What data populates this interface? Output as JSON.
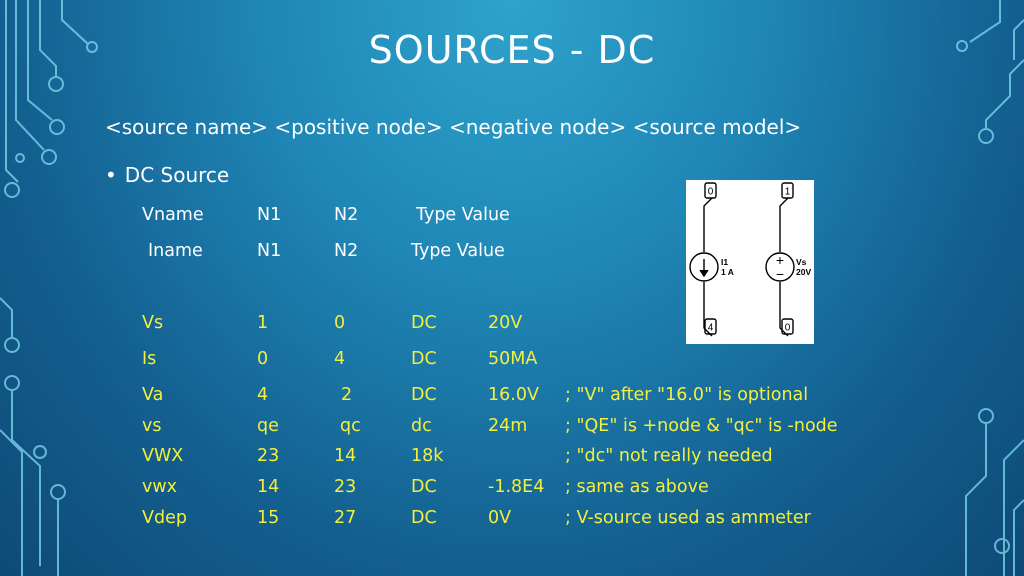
{
  "slide": {
    "title": "SOURCES - DC",
    "syntax_line": "<source name> <positive node> <negative node> <source model>",
    "bullet_label": "DC Source"
  },
  "templates": [
    [
      "Vname",
      "N1",
      "N2",
      "Type Value"
    ],
    [
      "Iname",
      "N1",
      "N2",
      "Type Value"
    ]
  ],
  "examples": [
    {
      "name": "Vs",
      "n1": "1",
      "n2": "0",
      "type": "DC",
      "value": "20V",
      "comment": ""
    },
    {
      "name": "Is",
      "n1": "0",
      "n2": "4",
      "type": "DC",
      "value": "50MA",
      "comment": ""
    },
    {
      "name": "Va",
      "n1": "4",
      "n2": "2",
      "type": "DC",
      "value": "16.0V",
      "comment": "; \"V\" after \"16.0\" is optional"
    },
    {
      "name": "vs",
      "n1": "qe",
      "n2": "qc",
      "type": "dc",
      "value": "24m",
      "comment": "; \"QE\" is +node & \"qc\" is -node"
    },
    {
      "name": "VWX",
      "n1": "23",
      "n2": "14",
      "type": "18k",
      "value": "",
      "comment": "; \"dc\" not really needed"
    },
    {
      "name": "vwx",
      "n1": "14",
      "n2": "23",
      "type": "DC",
      "value": "-1.8E4",
      "comment": "; same as above"
    },
    {
      "name": "Vdep",
      "n1": "15",
      "n2": "27",
      "type": "DC",
      "value": "0V",
      "comment": "; V-source used as ammeter"
    }
  ],
  "diagram": {
    "left_top_node": "0",
    "right_top_node": "1",
    "left_bottom_node": "4",
    "right_bottom_node": "0",
    "current_source_name": "I1",
    "current_source_value": "1 A",
    "voltage_source_name": "Vs",
    "voltage_source_value": "20V",
    "plus_sign": "+",
    "minus_sign": "−"
  },
  "colors": {
    "background_top": "#2ea3cc",
    "background_bottom": "#0e4a78",
    "text_white": "#ffffff",
    "text_yellow": "#f4ef3c",
    "decor_line": "#7fdcf0"
  },
  "icons": [
    "circuit-decoration-left",
    "circuit-decoration-right",
    "circuit-diagram-image"
  ]
}
